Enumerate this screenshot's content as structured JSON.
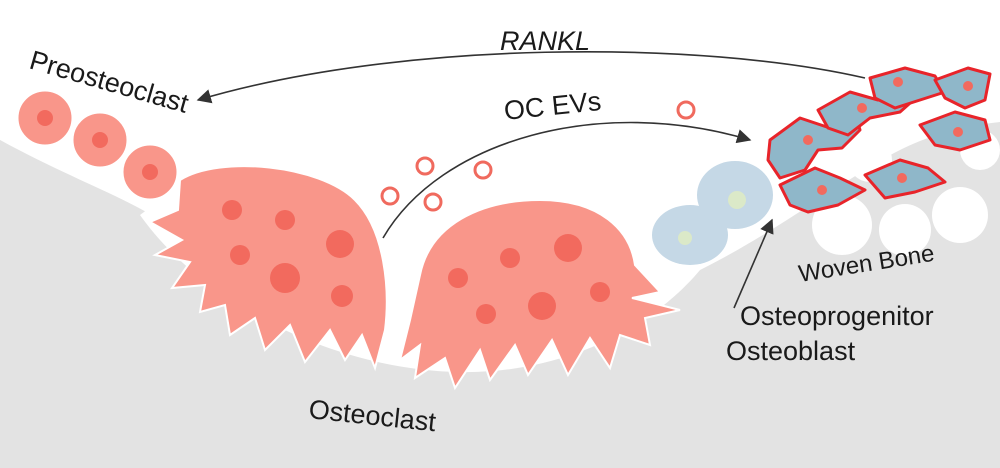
{
  "labels": {
    "rankl": "RANKL",
    "oc_evs": "OC EVs",
    "preosteoclast": "Preosteoclast",
    "osteoclast": "Osteoclast",
    "woven_bone": "Woven Bone",
    "osteoprogenitor": "Osteoprogenitor",
    "osteoblast": "Osteoblast"
  },
  "colors": {
    "bone": "#e3e3e3",
    "osteoclast_fill": "#f9968a",
    "osteoclast_nucleus": "#f26a5e",
    "ev_stroke": "#f06a5e",
    "osteoblast_fill": "#8fb7c9",
    "osteoblast_outline": "#e8242a",
    "progenitor_fill": "#c5d8e6",
    "progenitor_nucleus": "#dbe9c8",
    "arrow": "#333333"
  },
  "icons": {
    "rankl_arrow": "curved-arrow",
    "ev_arrow": "curved-arrow",
    "label_arrow": "straight-arrow"
  }
}
